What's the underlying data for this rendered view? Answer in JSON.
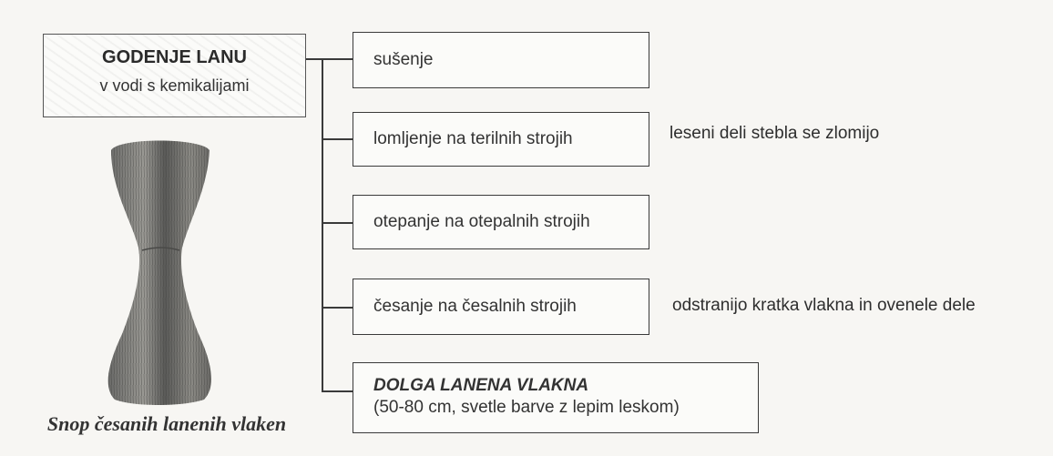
{
  "start": {
    "title": "GODENJE LANU",
    "subtitle": "v vodi s kemikalijami"
  },
  "steps": [
    {
      "label": "sušenje",
      "note": ""
    },
    {
      "label": "lomljenje na terilnih strojih",
      "note": "leseni deli stebla se zlomijo"
    },
    {
      "label": "otepanje na otepalnih strojih",
      "note": ""
    },
    {
      "label": "česanje na česalnih strojih",
      "note": "odstranijo kratka vlakna in ovenele dele"
    }
  ],
  "final": {
    "title": "DOLGA LANENA VLAKNA",
    "subtitle": "(50-80 cm, svetle barve z lepim leskom)"
  },
  "photo": {
    "caption": "Snop česanih lanenih vlaken"
  }
}
